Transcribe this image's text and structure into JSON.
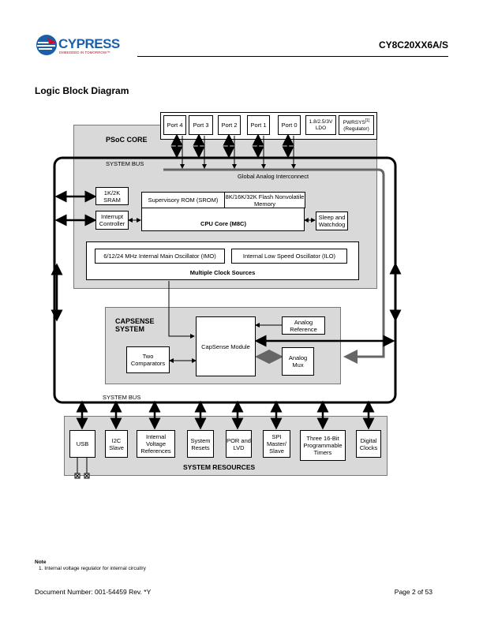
{
  "header": {
    "logo_text": "CYPRESS",
    "logo_tagline": "EMBEDDED IN TOMORROW™",
    "part_number": "CY8C20XX6A/S"
  },
  "section_title": "Logic Block Diagram",
  "diagram": {
    "ports": [
      "Port 4",
      "Port 3",
      "Port 2",
      "Port 1",
      "Port 0"
    ],
    "ldo": "1.8/2.5/3V LDO",
    "pwrsys": "PWRSYS",
    "pwrsys_ref": "[1]",
    "pwrsys_sub": "(Regulator)",
    "psoc_core": "PSoC CORE",
    "system_bus_top": "SYSTEM  BUS",
    "global_analog": "Global  Analog  Interconnect",
    "sram": "1K/2K SRAM",
    "interrupt": "Interrupt Controller",
    "srom": "Supervisory  ROM  (SROM)",
    "flash": "8K/16K/32K  Flash Nonvolatile  Memory",
    "cpu": "CPU Core (M8C)",
    "sleep": "Sleep  and Watchdog",
    "imo": "6/12/24  MHz  Internal  Main  Oscillator (IMO)",
    "ilo": "Internal  Low  Speed  Oscillator  (ILO)",
    "clock_sources": "Multiple Clock Sources",
    "capsense_system": "CAPSENSE SYSTEM",
    "analog_ref": "Analog Reference",
    "capsense_module": "CapSense Module",
    "two_comparators": "Two Comparators",
    "analog_mux": "Analog Mux",
    "system_bus_bottom": "SYSTEM  BUS",
    "resources": [
      "USB",
      "I2C Slave",
      "Internal Voltage References",
      "System Resets",
      "POR and LVD",
      "SPI Master/ Slave",
      "Three 16-Bit Programmable Timers",
      "Digital Clocks"
    ],
    "system_resources": "SYSTEM RESOURCES"
  },
  "note": {
    "heading": "Note",
    "item": "1.   Internal voltage regulator for internal circuitry"
  },
  "footer": {
    "doc_number": "Document Number: 001-54459 Rev. *Y",
    "page": "Page 2 of 53"
  }
}
